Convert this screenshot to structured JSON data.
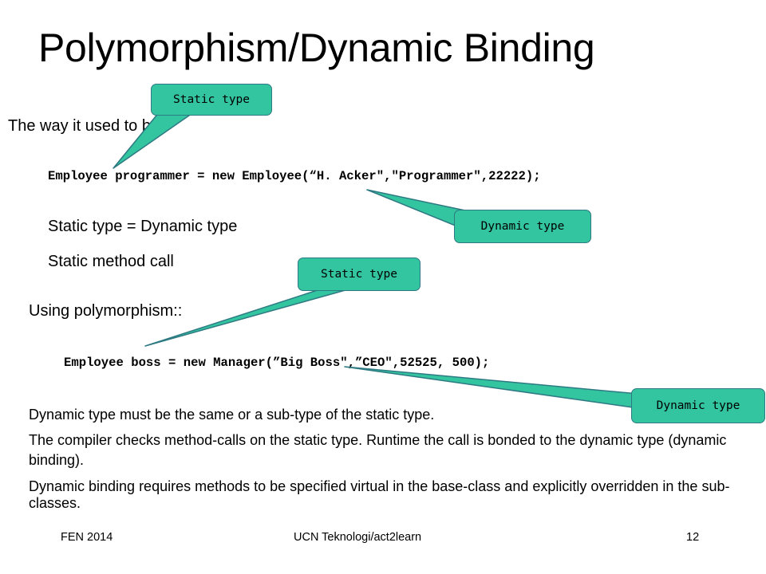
{
  "slide": {
    "title": "Polymorphism/Dynamic Binding",
    "intro": "The way it used to be:",
    "code_1": "Employee programmer = new Employee(“H. Acker\",\"Programmer\",22222);",
    "line_static_eq_dynamic": "Static type = Dynamic type",
    "line_static_call": "Static method call",
    "section_poly": "Using polymorphism::",
    "code_2": "Employee boss = new Manager(”Big Boss\",”CEO\",52525, 500);",
    "para_1": "Dynamic type must be the same or a sub-type of the static type.",
    "para_2": "The compiler checks method-calls on the static type. Runtime the call is bonded to the dynamic type (dynamic binding).",
    "para_3": "Dynamic binding requires methods to be specified virtual in the base-class and explicitly overridden in the sub-classes."
  },
  "callouts": {
    "static_type_1": "Static type",
    "dynamic_type_1": "Dynamic type",
    "static_type_2": "Static type",
    "dynamic_type_2": "Dynamic type"
  },
  "footer": {
    "left": "FEN 2014",
    "center": "UCN Teknologi/act2learn",
    "page_number": "12"
  },
  "colors": {
    "callout_fill": "#33c4a0",
    "callout_border": "#2e7a82"
  }
}
